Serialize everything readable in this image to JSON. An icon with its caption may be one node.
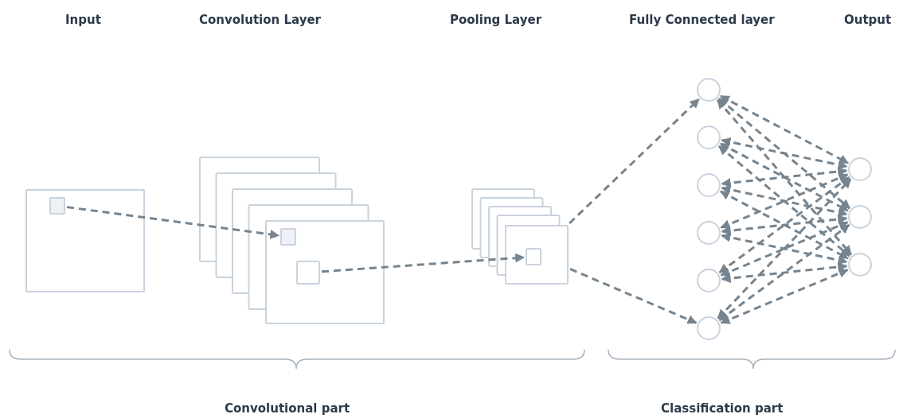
{
  "diagram": {
    "nodes": [
      {
        "text": [],
        "shape": "box"
      },
      {
        "text": [],
        "shape": "box",
        "in": 0
      },
      {
        "text": [],
        "shape": "box"
      },
      {
        "text": [],
        "shape": "box",
        "in": 2
      },
      {
        "text": [],
        "shape": "box",
        "in": 2
      },
      {
        "text": [],
        "shape": "box"
      },
      {
        "text": [],
        "shape": "box",
        "in": 5
      },
      {
        "text": [],
        "shape": "circle"
      },
      {
        "text": [],
        "shape": "circle"
      },
      {
        "text": [],
        "shape": "circle"
      },
      {
        "text": [],
        "shape": "circle"
      },
      {
        "text": [],
        "shape": "circle"
      },
      {
        "text": [],
        "shape": "circle"
      },
      {
        "text": [],
        "shape": "circle"
      },
      {
        "text": [],
        "shape": "circle"
      },
      {
        "text": [],
        "shape": "circle"
      }
    ],
    "edges": [
      {
        "from": 1,
        "to": 3,
        "arrow": "to"
      },
      {
        "from": 4,
        "to": 6,
        "arrow": "to"
      },
      {
        "from": 5,
        "to": 7,
        "arrow": "to"
      },
      {
        "from": 5,
        "to": 12,
        "arrow": "to"
      },
      {
        "from": 7,
        "to": 13,
        "arrow": "both"
      },
      {
        "from": 7,
        "to": 14,
        "arrow": "both"
      },
      {
        "from": 7,
        "to": 15,
        "arrow": "both"
      },
      {
        "from": 8,
        "to": 13,
        "arrow": "both"
      },
      {
        "from": 8,
        "to": 14,
        "arrow": "both"
      },
      {
        "from": 8,
        "to": 15,
        "arrow": "both"
      },
      {
        "from": 9,
        "to": 13,
        "arrow": "both"
      },
      {
        "from": 9,
        "to": 14,
        "arrow": "both"
      },
      {
        "from": 9,
        "to": 15,
        "arrow": "both"
      },
      {
        "from": 10,
        "to": 13,
        "arrow": "both"
      },
      {
        "from": 10,
        "to": 14,
        "arrow": "both"
      },
      {
        "from": 10,
        "to": 15,
        "arrow": "both"
      },
      {
        "from": 11,
        "to": 13,
        "arrow": "both"
      },
      {
        "from": 11,
        "to": 14,
        "arrow": "both"
      },
      {
        "from": 11,
        "to": 15,
        "arrow": "both"
      },
      {
        "from": 12,
        "to": 13,
        "arrow": "both"
      },
      {
        "from": 12,
        "to": 14,
        "arrow": "both"
      },
      {
        "from": 12,
        "to": 15,
        "arrow": "both"
      }
    ],
    "labels": [
      "Input",
      "Convolution Layer",
      "Pooling Layer",
      "Fully Connected layer",
      "Output",
      "Convolutional part",
      "Classification part"
    ]
  }
}
